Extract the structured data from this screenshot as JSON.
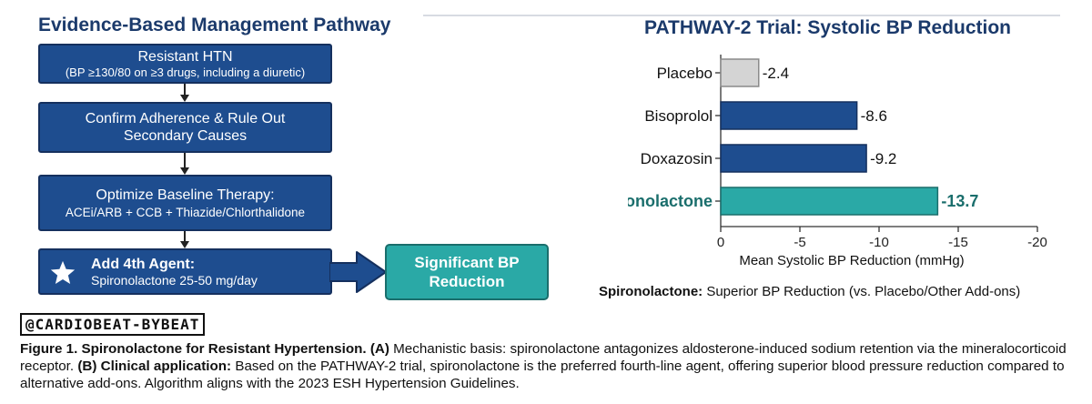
{
  "left_panel": {
    "title": "Evidence-Based Management Pathway",
    "steps": [
      {
        "main": "Resistant HTN",
        "sub": "(BP ≥130/80 on ≥3 drugs, including a diuretic)"
      },
      {
        "line1": "Confirm Adherence & Rule Out",
        "line2": "Secondary Causes"
      },
      {
        "main": "Optimize Baseline Therapy:",
        "sub": "ACEi/ARB + CCB + Thiazide/Chlorthalidone"
      },
      {
        "main": "Add 4th Agent:",
        "sub": "Spironolactone 25-50 mg/day"
      }
    ],
    "result": {
      "line1": "Significant BP",
      "line2": "Reduction"
    }
  },
  "chart_data": {
    "type": "bar",
    "orientation": "horizontal",
    "title": "PATHWAY-2 Trial: Systolic BP Reduction",
    "xlabel": "Mean Systolic BP Reduction (mmHg)",
    "ylabel": "",
    "categories": [
      "Placebo",
      "Bisoprolol",
      "Doxazosin",
      "Spironolactone"
    ],
    "values": [
      -2.4,
      -8.6,
      -9.2,
      -13.7
    ],
    "value_labels": [
      "-2.4",
      "-8.6",
      "-9.2",
      "-13.7"
    ],
    "xlim": [
      0,
      -20
    ],
    "xticks": [
      0,
      -5,
      -10,
      -15,
      -20
    ],
    "xtick_labels": [
      "0",
      "-5",
      "-10",
      "-15",
      "-20"
    ],
    "grid": false,
    "colors": {
      "Placebo": "#d4d4d4",
      "Bisoprolol": "#1e4d8f",
      "Doxazosin": "#1e4d8f",
      "Spironolactone": "#2aa9a6"
    },
    "highlight": "Spironolactone",
    "highlight_color": "#1a6e6c"
  },
  "chart_note": {
    "bold": "Spironolactone:",
    "text": " Superior BP Reduction (vs. Placebo/Other Add-ons)"
  },
  "handle": "@CARDIOBEAT-BYBEAT",
  "caption": {
    "fig": "Figure 1. Spironolactone for Resistant Hypertension.",
    "a_label": "(A)",
    "a_text": " Mechanistic basis: spironolactone antagonizes aldosterone-induced sodium retention via the mineralocorticoid receptor.",
    "b_label": "(B) Clinical application:",
    "b_text": " Based on the PATHWAY-2 trial, spironolactone is the preferred fourth-line agent, offering superior blood pressure reduction compared to alternative add-ons. Algorithm aligns with the 2023 ESH Hypertension Guidelines."
  },
  "colors": {
    "box_blue": "#1e4d8f",
    "teal": "#2aa9a6",
    "title_navy": "#1b3a6b"
  },
  "icons": {
    "star": "star-icon"
  }
}
